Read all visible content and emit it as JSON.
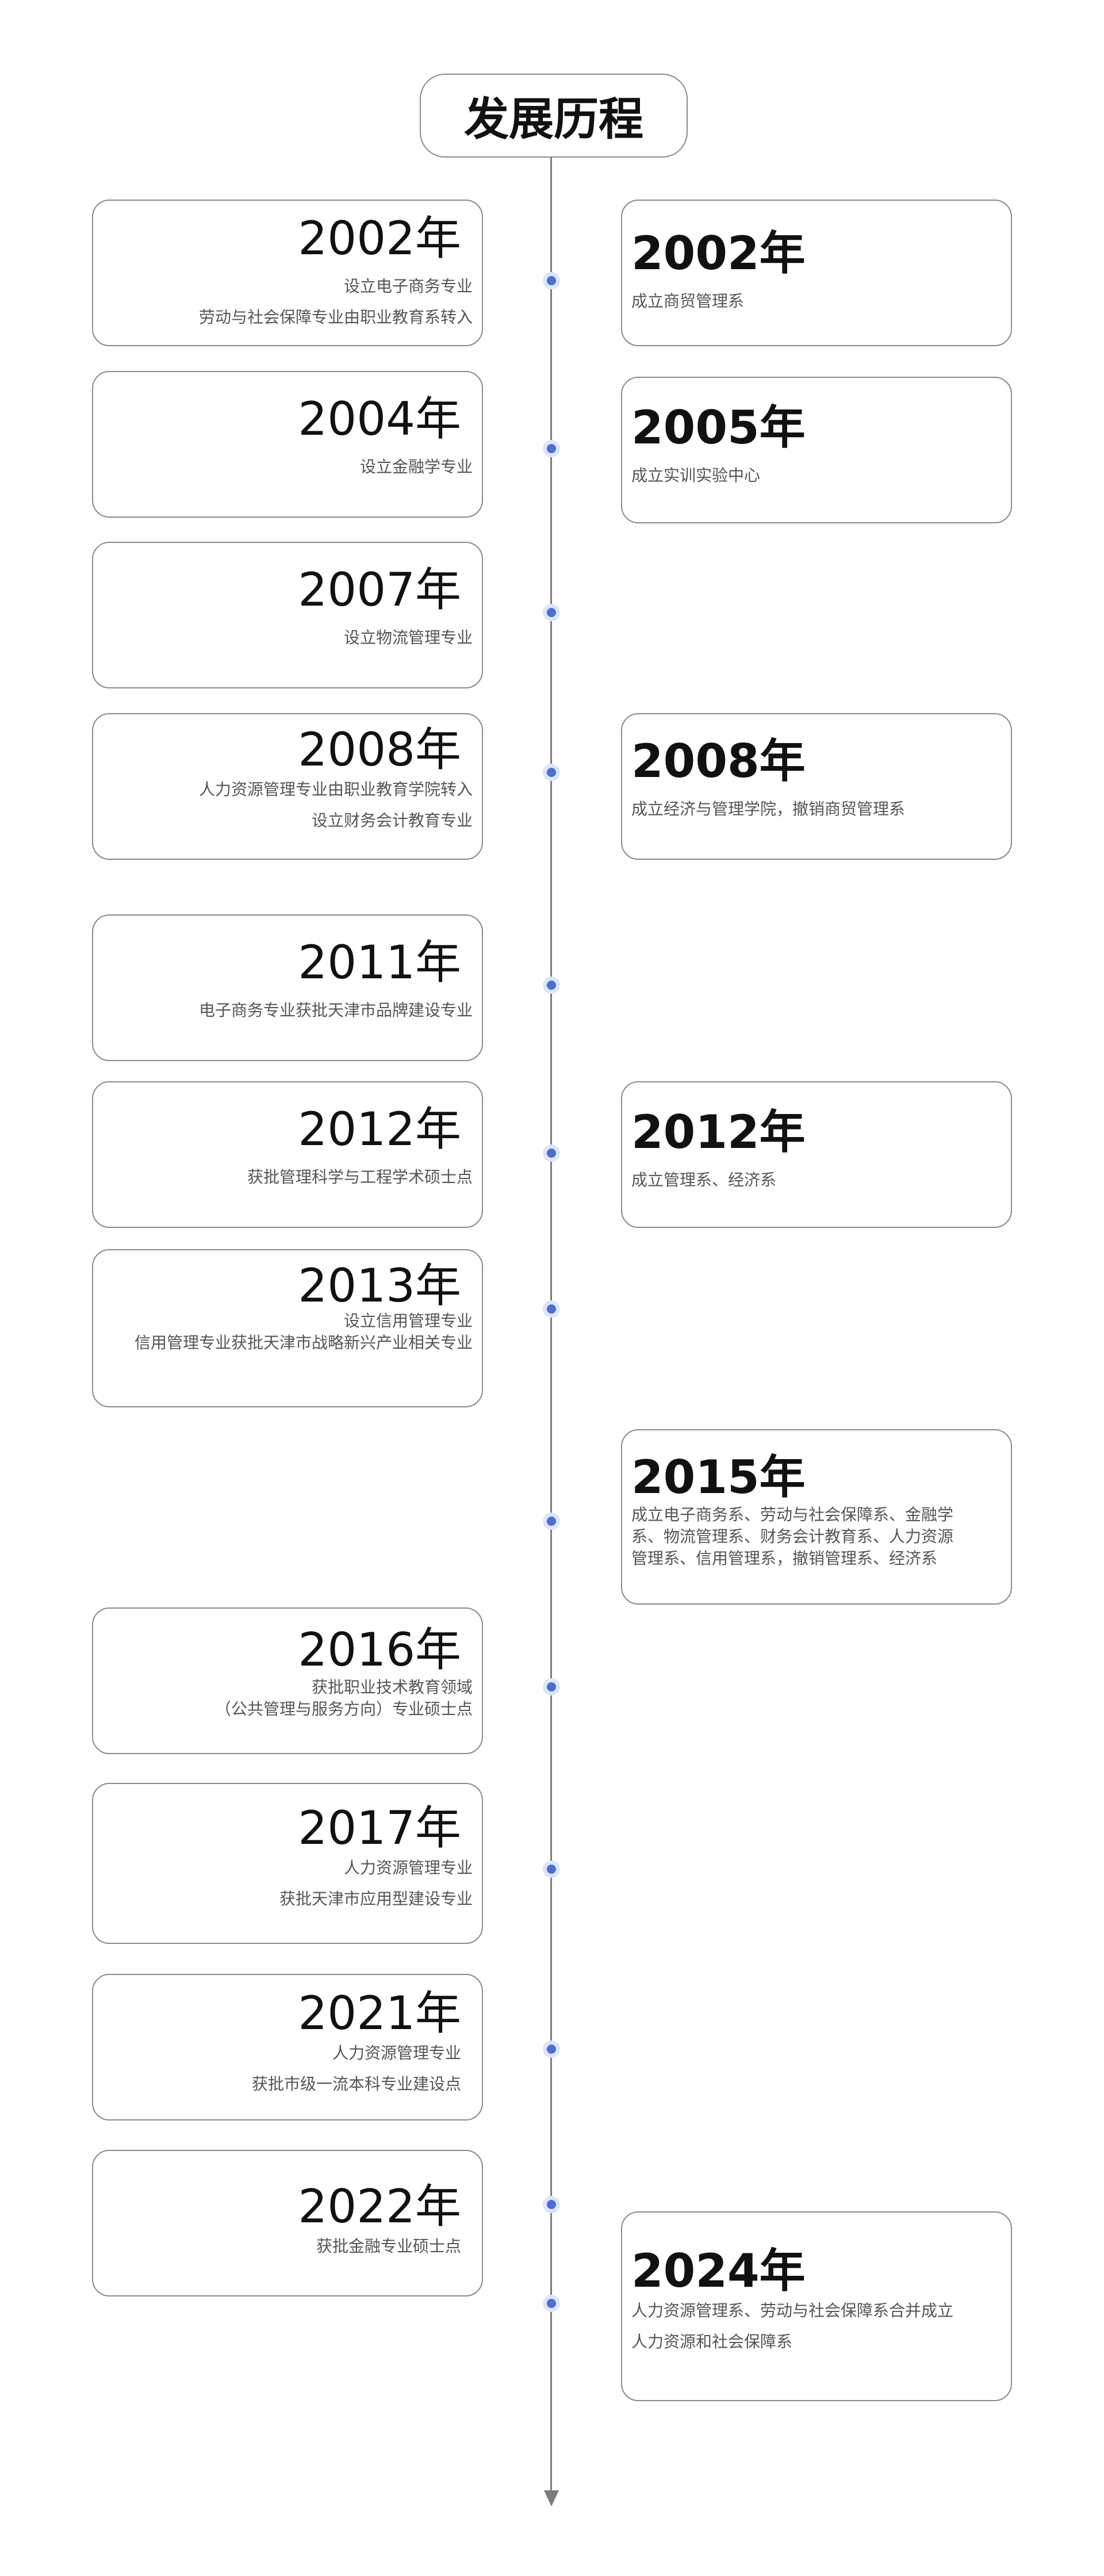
{
  "title": "发展历程",
  "events": {
    "l2002": {
      "year": "2002年",
      "lines": [
        "设立电子商务专业",
        "劳动与社会保障专业由职业教育系转入"
      ]
    },
    "r2002": {
      "year": "2002年",
      "lines": [
        "成立商贸管理系"
      ]
    },
    "l2004": {
      "year": "2004年",
      "lines": [
        "设立金融学专业"
      ]
    },
    "r2005": {
      "year": "2005年",
      "lines": [
        "成立实训实验中心"
      ]
    },
    "l2007": {
      "year": "2007年",
      "lines": [
        "设立物流管理专业"
      ]
    },
    "l2008": {
      "year": "2008年",
      "lines": [
        "人力资源管理专业由职业教育学院转入",
        "设立财务会计教育专业"
      ]
    },
    "r2008": {
      "year": "2008年",
      "lines": [
        "成立经济与管理学院，撤销商贸管理系"
      ]
    },
    "l2011": {
      "year": "2011年",
      "lines": [
        "电子商务专业获批天津市品牌建设专业"
      ]
    },
    "l2012": {
      "year": "2012年",
      "lines": [
        "获批管理科学与工程学术硕士点"
      ]
    },
    "r2012": {
      "year": "2012年",
      "lines": [
        "成立管理系、经济系"
      ]
    },
    "l2013": {
      "year": "2013年",
      "lines": [
        "设立信用管理专业",
        "信用管理专业获批天津市战略新兴产业相关专业"
      ]
    },
    "r2015": {
      "year": "2015年",
      "lines": [
        "成立电子商务系、劳动与社会保障系、金融学",
        "系、物流管理系、财务会计教育系、人力资源",
        "管理系、信用管理系，撤销管理系、经济系"
      ]
    },
    "l2016": {
      "year": "2016年",
      "lines": [
        "获批职业技术教育领域",
        "（公共管理与服务方向）专业硕士点"
      ]
    },
    "l2017": {
      "year": "2017年",
      "lines": [
        "人力资源管理专业",
        "获批天津市应用型建设专业"
      ]
    },
    "l2021": {
      "year": "2021年",
      "lines": [
        "人力资源管理专业",
        "获批市级一流本科专业建设点"
      ]
    },
    "l2022": {
      "year": "2022年",
      "lines": [
        "获批金融专业硕士点"
      ]
    },
    "r2024": {
      "year": "2024年",
      "lines": [
        "人力资源管理系、劳动与社会保障系合并成立",
        "人力资源和社会保障系"
      ]
    }
  },
  "colors": {
    "dot": "#4a6fd1",
    "axis": "#7c7c7c",
    "border": "#8a8a8a"
  }
}
